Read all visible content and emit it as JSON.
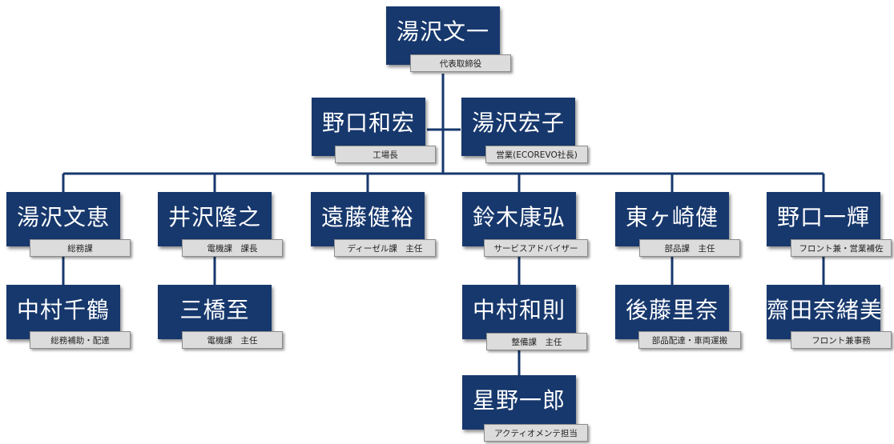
{
  "people": {
    "president": {
      "name": "湯沢文一",
      "role": "代表取締役"
    },
    "noguchi_hiro": {
      "name": "野口和宏",
      "role": "工場長"
    },
    "yuzawa_hiroko": {
      "name": "湯沢宏子",
      "role": "営業(ECOREVO社長)"
    },
    "yuzawa_fumie": {
      "name": "湯沢文恵",
      "role": "総務課"
    },
    "izawa": {
      "name": "井沢隆之",
      "role": "電機課　課長"
    },
    "endo": {
      "name": "遠藤健裕",
      "role": "ディーゼル課　主任"
    },
    "suzuki": {
      "name": "鈴木康弘",
      "role": "サービスアドバイザー"
    },
    "higashigasaki": {
      "name": "東ヶ崎健",
      "role": "部品課　主任"
    },
    "noguchi_kazuki": {
      "name": "野口一輝",
      "role": "フロント兼・営業補佐"
    },
    "nakamura_chizuru": {
      "name": "中村千鶴",
      "role": "総務補助・配達"
    },
    "mitsuhashi": {
      "name": "三橋至",
      "role": "電機課　主任"
    },
    "nakamura_kazunori": {
      "name": "中村和則",
      "role": "整備課　主任"
    },
    "goto": {
      "name": "後藤里奈",
      "role": "部品配達・車両運搬"
    },
    "saito": {
      "name": "齋田奈緒美",
      "role": "フロント兼事務"
    },
    "hoshino": {
      "name": "星野一郎",
      "role": "アクティオメンテ担当"
    }
  },
  "colors": {
    "box": "#17386d",
    "line": "#17386d",
    "role_bg": "#dcdcdc"
  }
}
